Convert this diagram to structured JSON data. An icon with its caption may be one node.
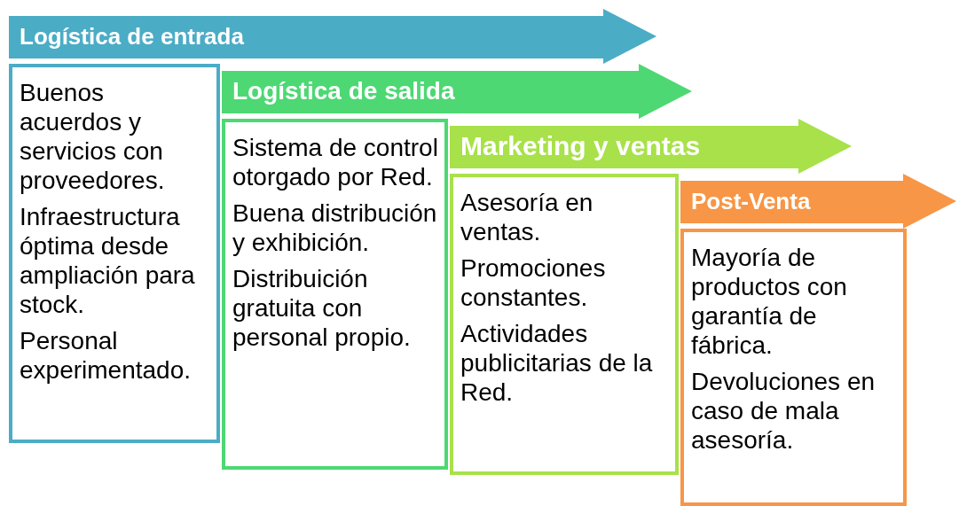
{
  "diagram": {
    "nodes": [
      {
        "text": [
          "Logística de entrada"
        ]
      },
      {
        "text": [
          "Buenos acuerdos y servicios con proveedores.",
          "Infraestructura óptima desde ampliación para stock.",
          "Personal experimentado."
        ]
      },
      {
        "text": [
          "Logística de salida"
        ]
      },
      {
        "text": [
          "Sistema de control otorgado por Red.",
          "Buena distribución y exhibición.",
          "Distribuición gratuita con personal propio."
        ]
      },
      {
        "text": [
          "Marketing y ventas"
        ]
      },
      {
        "text": [
          "Asesoría en ventas.",
          "Promociones constantes.",
          "Actividades publicitarias de la Red."
        ]
      },
      {
        "text": [
          "Post-Venta"
        ]
      },
      {
        "text": [
          "Mayoría de productos con garantía de fábrica.",
          "Devoluciones en caso de mala asesoría."
        ]
      }
    ]
  }
}
